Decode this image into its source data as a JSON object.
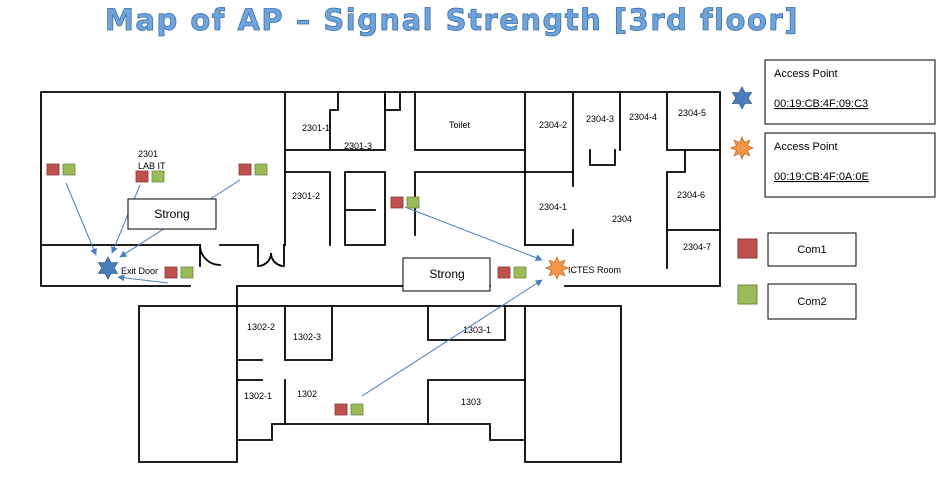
{
  "title": "Map of AP – Signal Strength [3rd floor]",
  "rooms": {
    "r2301_1": "2301-1",
    "r2301_3": "2301-3",
    "r2301_2": "2301-2",
    "toilet": "Toilet",
    "r2304_2": "2304-2",
    "r2304_3": "2304-3",
    "r2304_4": "2304-4",
    "r2304_5": "2304-5",
    "r2304_1": "2304-1",
    "r2304": "2304",
    "r2304_6": "2304-6",
    "r2304_7": "2304-7",
    "r2301": "2301",
    "lab_it": "LAB IT",
    "exit_door": "Exit Door",
    "ictes_room": "ICTES Room",
    "r1302_2": "1302-2",
    "r1302_3": "1302-3",
    "r1303_1": "1303-1",
    "r1302_1": "1302-1",
    "r1302": "1302",
    "r1303": "1303"
  },
  "strength_labels": [
    "Strong",
    "Strong"
  ],
  "legend": {
    "ap1": {
      "label": "Access Point",
      "mac": "00:19:CB:4F:09:C3",
      "color": "#4a7ebb"
    },
    "ap2": {
      "label": "Access Point",
      "mac": "00:19:CB:4F:0A:0E",
      "color": "#f79646"
    },
    "com1": {
      "label": "Com1",
      "color": "#c0504d"
    },
    "com2": {
      "label": "Com2",
      "color": "#9bbb59"
    }
  },
  "icons": {
    "ap_star": "star-icon",
    "com_square": "square-icon"
  }
}
